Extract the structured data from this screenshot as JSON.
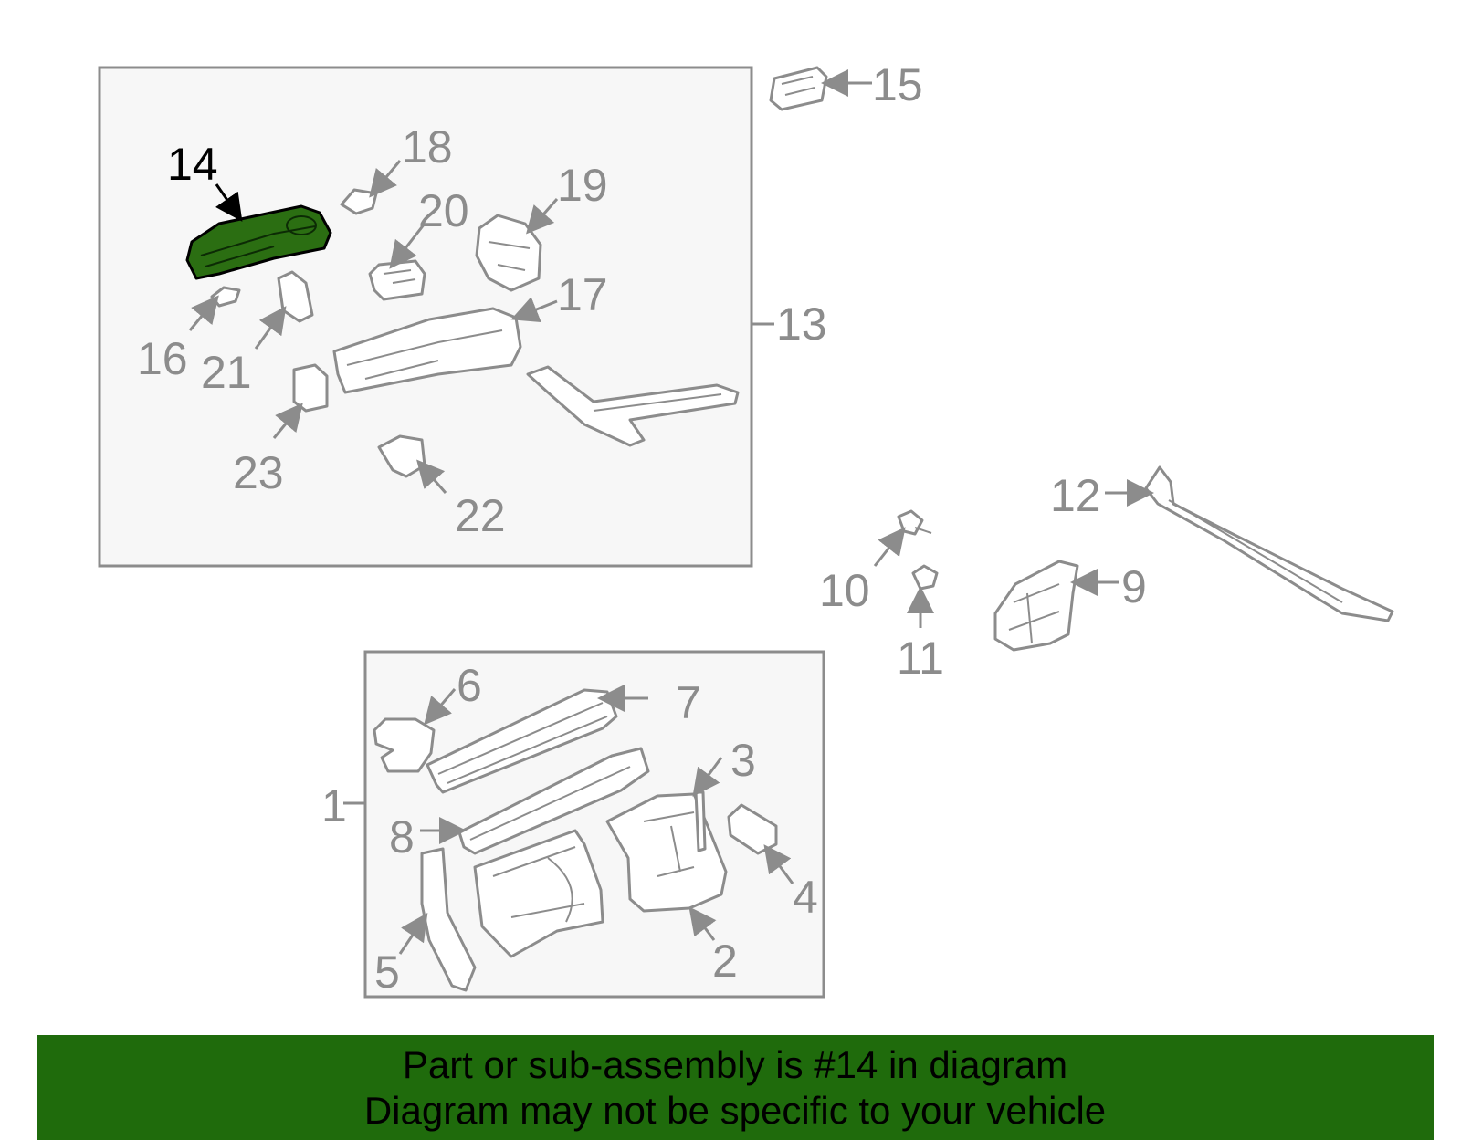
{
  "callouts": {
    "c1": "1",
    "c2": "2",
    "c3": "3",
    "c4": "4",
    "c5": "5",
    "c6": "6",
    "c7": "7",
    "c8": "8",
    "c9": "9",
    "c10": "10",
    "c11": "11",
    "c12": "12",
    "c13": "13",
    "c14": "14",
    "c15": "15",
    "c16": "16",
    "c17": "17",
    "c18": "18",
    "c19": "19",
    "c20": "20",
    "c21": "21",
    "c22": "22",
    "c23": "23"
  },
  "highlight": {
    "part_number": "14",
    "color": "#2b6e12"
  },
  "footer": {
    "line1": "Part or sub-assembly is #14 in diagram",
    "line2": "Diagram may not be specific to your vehicle",
    "background": "#1f6b0c"
  }
}
